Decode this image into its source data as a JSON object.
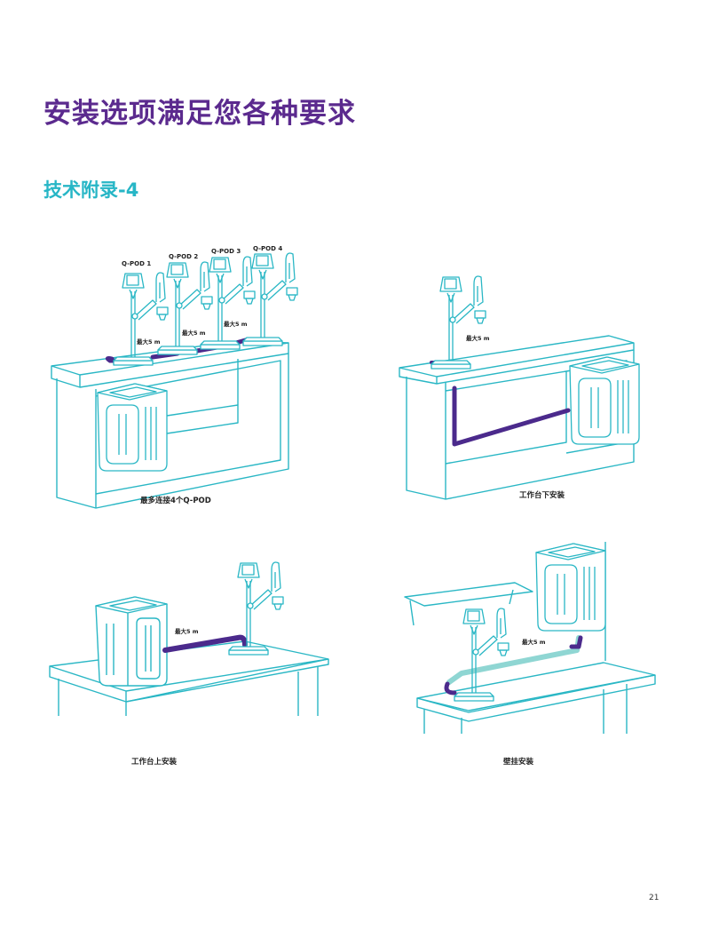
{
  "page": {
    "title": "安装选项满足您各种要求",
    "subtitle": "技术附录-4",
    "page_number": "21"
  },
  "colors": {
    "title": "#5b2a8e",
    "subtitle": "#27b6c6",
    "line_art": "#2ab7c5",
    "tubing": "#4b2a8c",
    "tubing_light": "#8fd6d3"
  },
  "figures": {
    "multi_pod": {
      "caption": "最多连接4个Q-POD",
      "pod_labels": [
        "Q-POD 1",
        "Q-POD 2",
        "Q-POD 3",
        "Q-POD 4"
      ],
      "distance_labels": [
        "最大5 m",
        "最大5 m",
        "最大5 m"
      ]
    },
    "under_bench": {
      "caption": "工作台下安装",
      "distance_label": "最大5 m"
    },
    "on_bench": {
      "caption": "工作台上安装",
      "distance_label": "最大5 m"
    },
    "wall_mount": {
      "caption": "壁挂安装",
      "distance_label": "最大5 m"
    }
  }
}
